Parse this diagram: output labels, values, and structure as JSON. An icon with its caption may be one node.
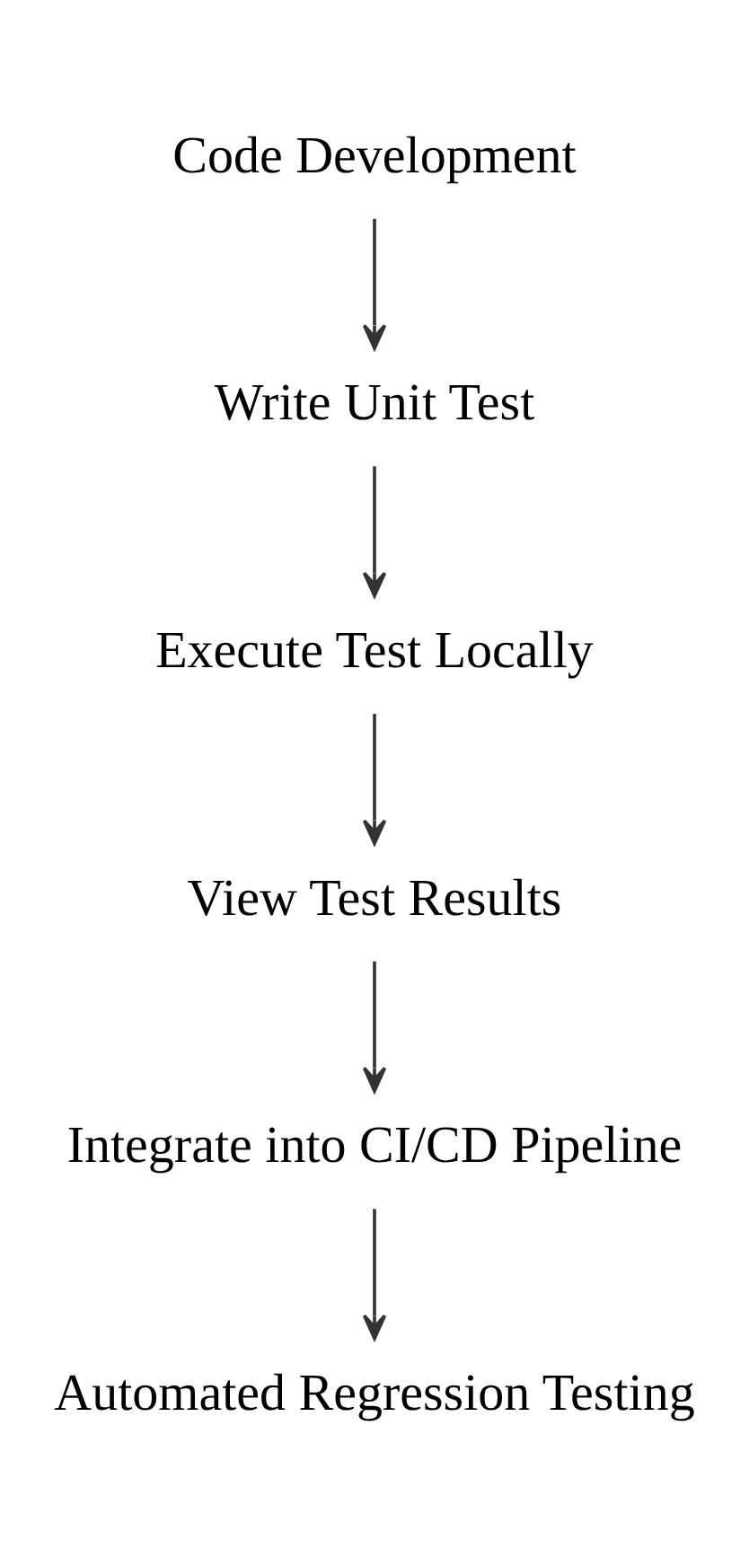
{
  "diagram": {
    "nodes": [
      {
        "text": [
          "Code Development"
        ]
      },
      {
        "text": [
          "Write Unit Test"
        ]
      },
      {
        "text": [
          "Execute Test Locally"
        ]
      },
      {
        "text": [
          "View Test Results"
        ]
      },
      {
        "text": [
          "Integrate into CI/CD Pipeline"
        ]
      },
      {
        "text": [
          "Automated Regression Testing"
        ]
      }
    ],
    "edges": [
      {
        "from": 0,
        "to": 1,
        "arrow": "to"
      },
      {
        "from": 1,
        "to": 2,
        "arrow": "to"
      },
      {
        "from": 2,
        "to": 3,
        "arrow": "to"
      },
      {
        "from": 3,
        "to": 4,
        "arrow": "to"
      },
      {
        "from": 4,
        "to": 5,
        "arrow": "to"
      }
    ]
  }
}
